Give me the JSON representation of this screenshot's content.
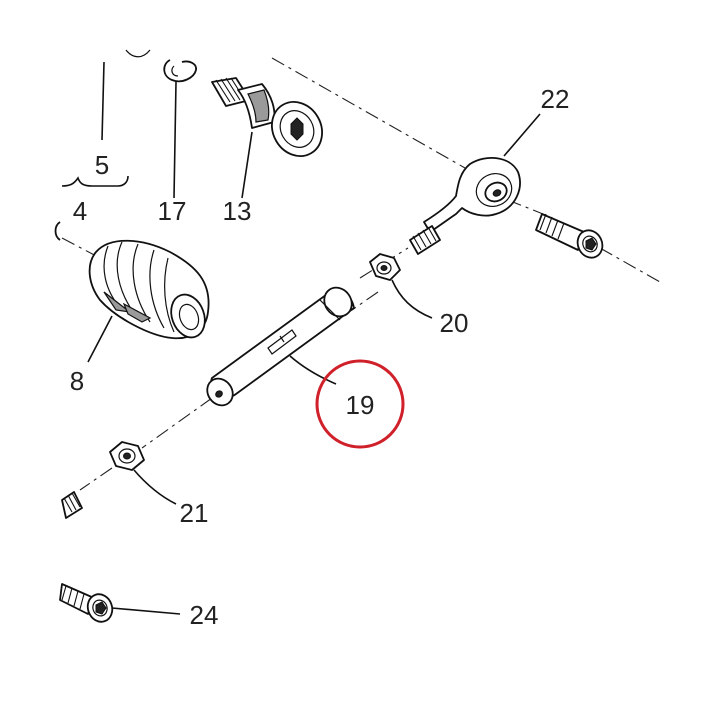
{
  "diagram": {
    "labels": {
      "p5": "5",
      "p4": "4",
      "p17": "17",
      "p13": "13",
      "p22": "22",
      "p8": "8",
      "p20": "20",
      "p19": "19",
      "p21": "21",
      "p24": "24"
    },
    "highlight": {
      "part": "19",
      "color": "#d0202a"
    }
  }
}
